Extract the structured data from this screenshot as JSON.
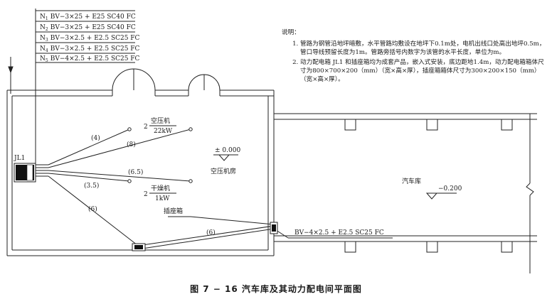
{
  "circuits": [
    {
      "code": "N",
      "sub": "1",
      "spec": "BV−3×25 + E25 SC40 FC"
    },
    {
      "code": "N",
      "sub": "2",
      "spec": "BV−3×25 + E25 SC40 FC"
    },
    {
      "code": "N",
      "sub": "3",
      "spec": "BV−3×2.5 + E2.5 SC25 FC"
    },
    {
      "code": "N",
      "sub": "4",
      "spec": "BV−3×2.5 + E2.5 SC25 FC"
    },
    {
      "code": "N",
      "sub": "5",
      "spec": "BV−4×2.5 + E2.5 SC25 FC"
    }
  ],
  "notes": {
    "title": "说明：",
    "items": [
      "管路为钢管沿地坪暗敷，水平管路均敷设在地坪下0.1m处，电机出线口处高出地坪0.5m，管口导线预留长度为1m。管路旁括号内数字为该管的水平长度，单位为m。",
      "动力配电箱 JL1 和插座箱均为成套产品，嵌入式安装，底边距地1.4m，动力配电箱箱体尺寸为800×700×200（mm）（宽×高×厚），插座箱箱体尺寸为300×200×150（mm）（宽×高×厚）。"
    ]
  },
  "panel_label": "JL1",
  "lengths": {
    "l1": "(4)",
    "l2": "(8)",
    "l3": "(6.5)",
    "l4": "(3.5)",
    "l5": "(6)",
    "l6": "(6)"
  },
  "compressor": {
    "num": "2",
    "name": "空压机",
    "power": "22kW"
  },
  "dryer": {
    "num": "2",
    "name": "干燥机",
    "power": "1kW"
  },
  "level_room": "± 0.000",
  "room_name": "空压机房",
  "socket_box_label": "插座箱",
  "socket_cable": "BV−4×2.5 + E2.5 SC25 FC",
  "garage_name": "汽车库",
  "garage_level": "−0.200",
  "caption": "图 7 − 16   汽车库及其动力配电间平面图"
}
